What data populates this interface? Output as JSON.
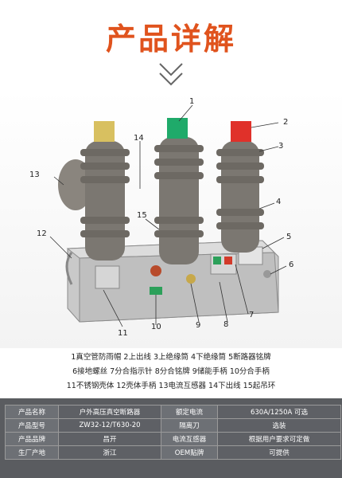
{
  "page": {
    "title": "产品详解"
  },
  "callouts": [
    "1",
    "2",
    "3",
    "4",
    "5",
    "6",
    "7",
    "8",
    "9",
    "10",
    "11",
    "12",
    "13",
    "14",
    "15"
  ],
  "caption_lines": [
    "1真空管防雨帽  2上出线  3上绝缘筒  4下绝缘筒  5断路器铭牌",
    "6接地螺丝  7分合指示针  8分合铭牌  9储能手柄  10分合手柄",
    "11不锈钢壳体  12壳体手柄  13电流互感器  14下出线  15起吊环"
  ],
  "table": {
    "rows": [
      {
        "k1": "产品名称",
        "v1": "户外高压真空断路器",
        "k2": "额定电流",
        "v2": "630A/1250A 可选"
      },
      {
        "k1": "产品型号",
        "v1": "ZW32-12/T630-20",
        "k2": "隔离刀",
        "v2": "选装"
      },
      {
        "k1": "产品品牌",
        "v1": "昌开",
        "k2": "电流互感器",
        "v2": "根据用户要求可定做"
      },
      {
        "k1": "生厂产地",
        "v1": "浙江",
        "k2": "OEM贴牌",
        "v2": "可提供"
      }
    ]
  },
  "colors": {
    "title": "#e0531d",
    "cap_yellow": "#d8c060",
    "cap_green": "#1faa6a",
    "cap_red": "#e0312a",
    "insulator": "#7b7771",
    "table_bg": "#5a5c60"
  }
}
